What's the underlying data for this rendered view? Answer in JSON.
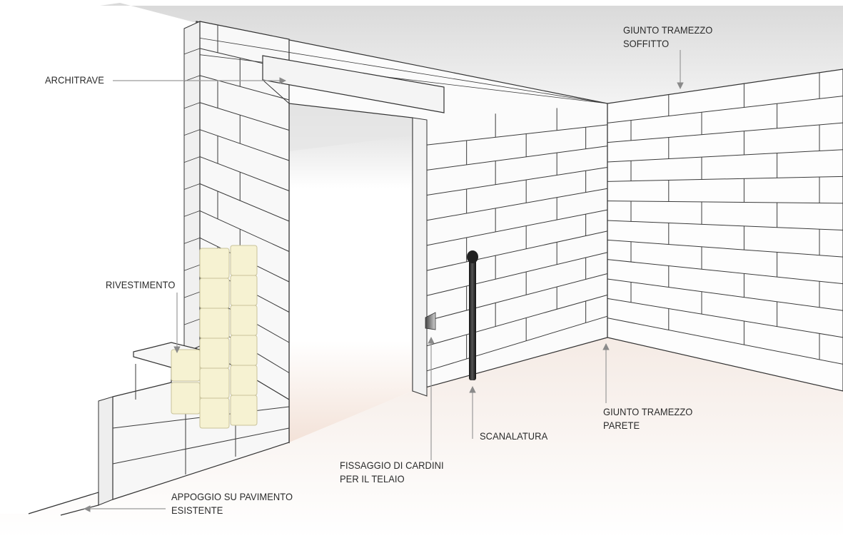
{
  "labels": {
    "giunto_soffitto": {
      "line1": "GIUNTO TRAMEZZO",
      "line2": "SOFFITTO"
    },
    "architrave": "ARCHITRAVE",
    "rivestimento": "RIVESTIMENTO",
    "giunto_parete": {
      "line1": "GIUNTO TRAMEZZO",
      "line2": "PARETE"
    },
    "scanalatura": "SCANALATURA",
    "fissaggio": {
      "line1": "FISSAGGIO DI CARDINI",
      "line2": "PER IL TELAIO"
    },
    "appoggio": {
      "line1": "APPOGGIO SU PAVIMENTO",
      "line2": "ESISTENTE"
    }
  },
  "colors": {
    "wall_face": "#fbfbfb",
    "mortar_line": "#3a3a3a",
    "ceiling": "#e4e4e4",
    "floor": "#f4eeea",
    "tile": "#f6f2d2",
    "tile_edge": "#c9c39a",
    "pipe": "#1a1a1a",
    "leader": "#9a9a9a"
  }
}
